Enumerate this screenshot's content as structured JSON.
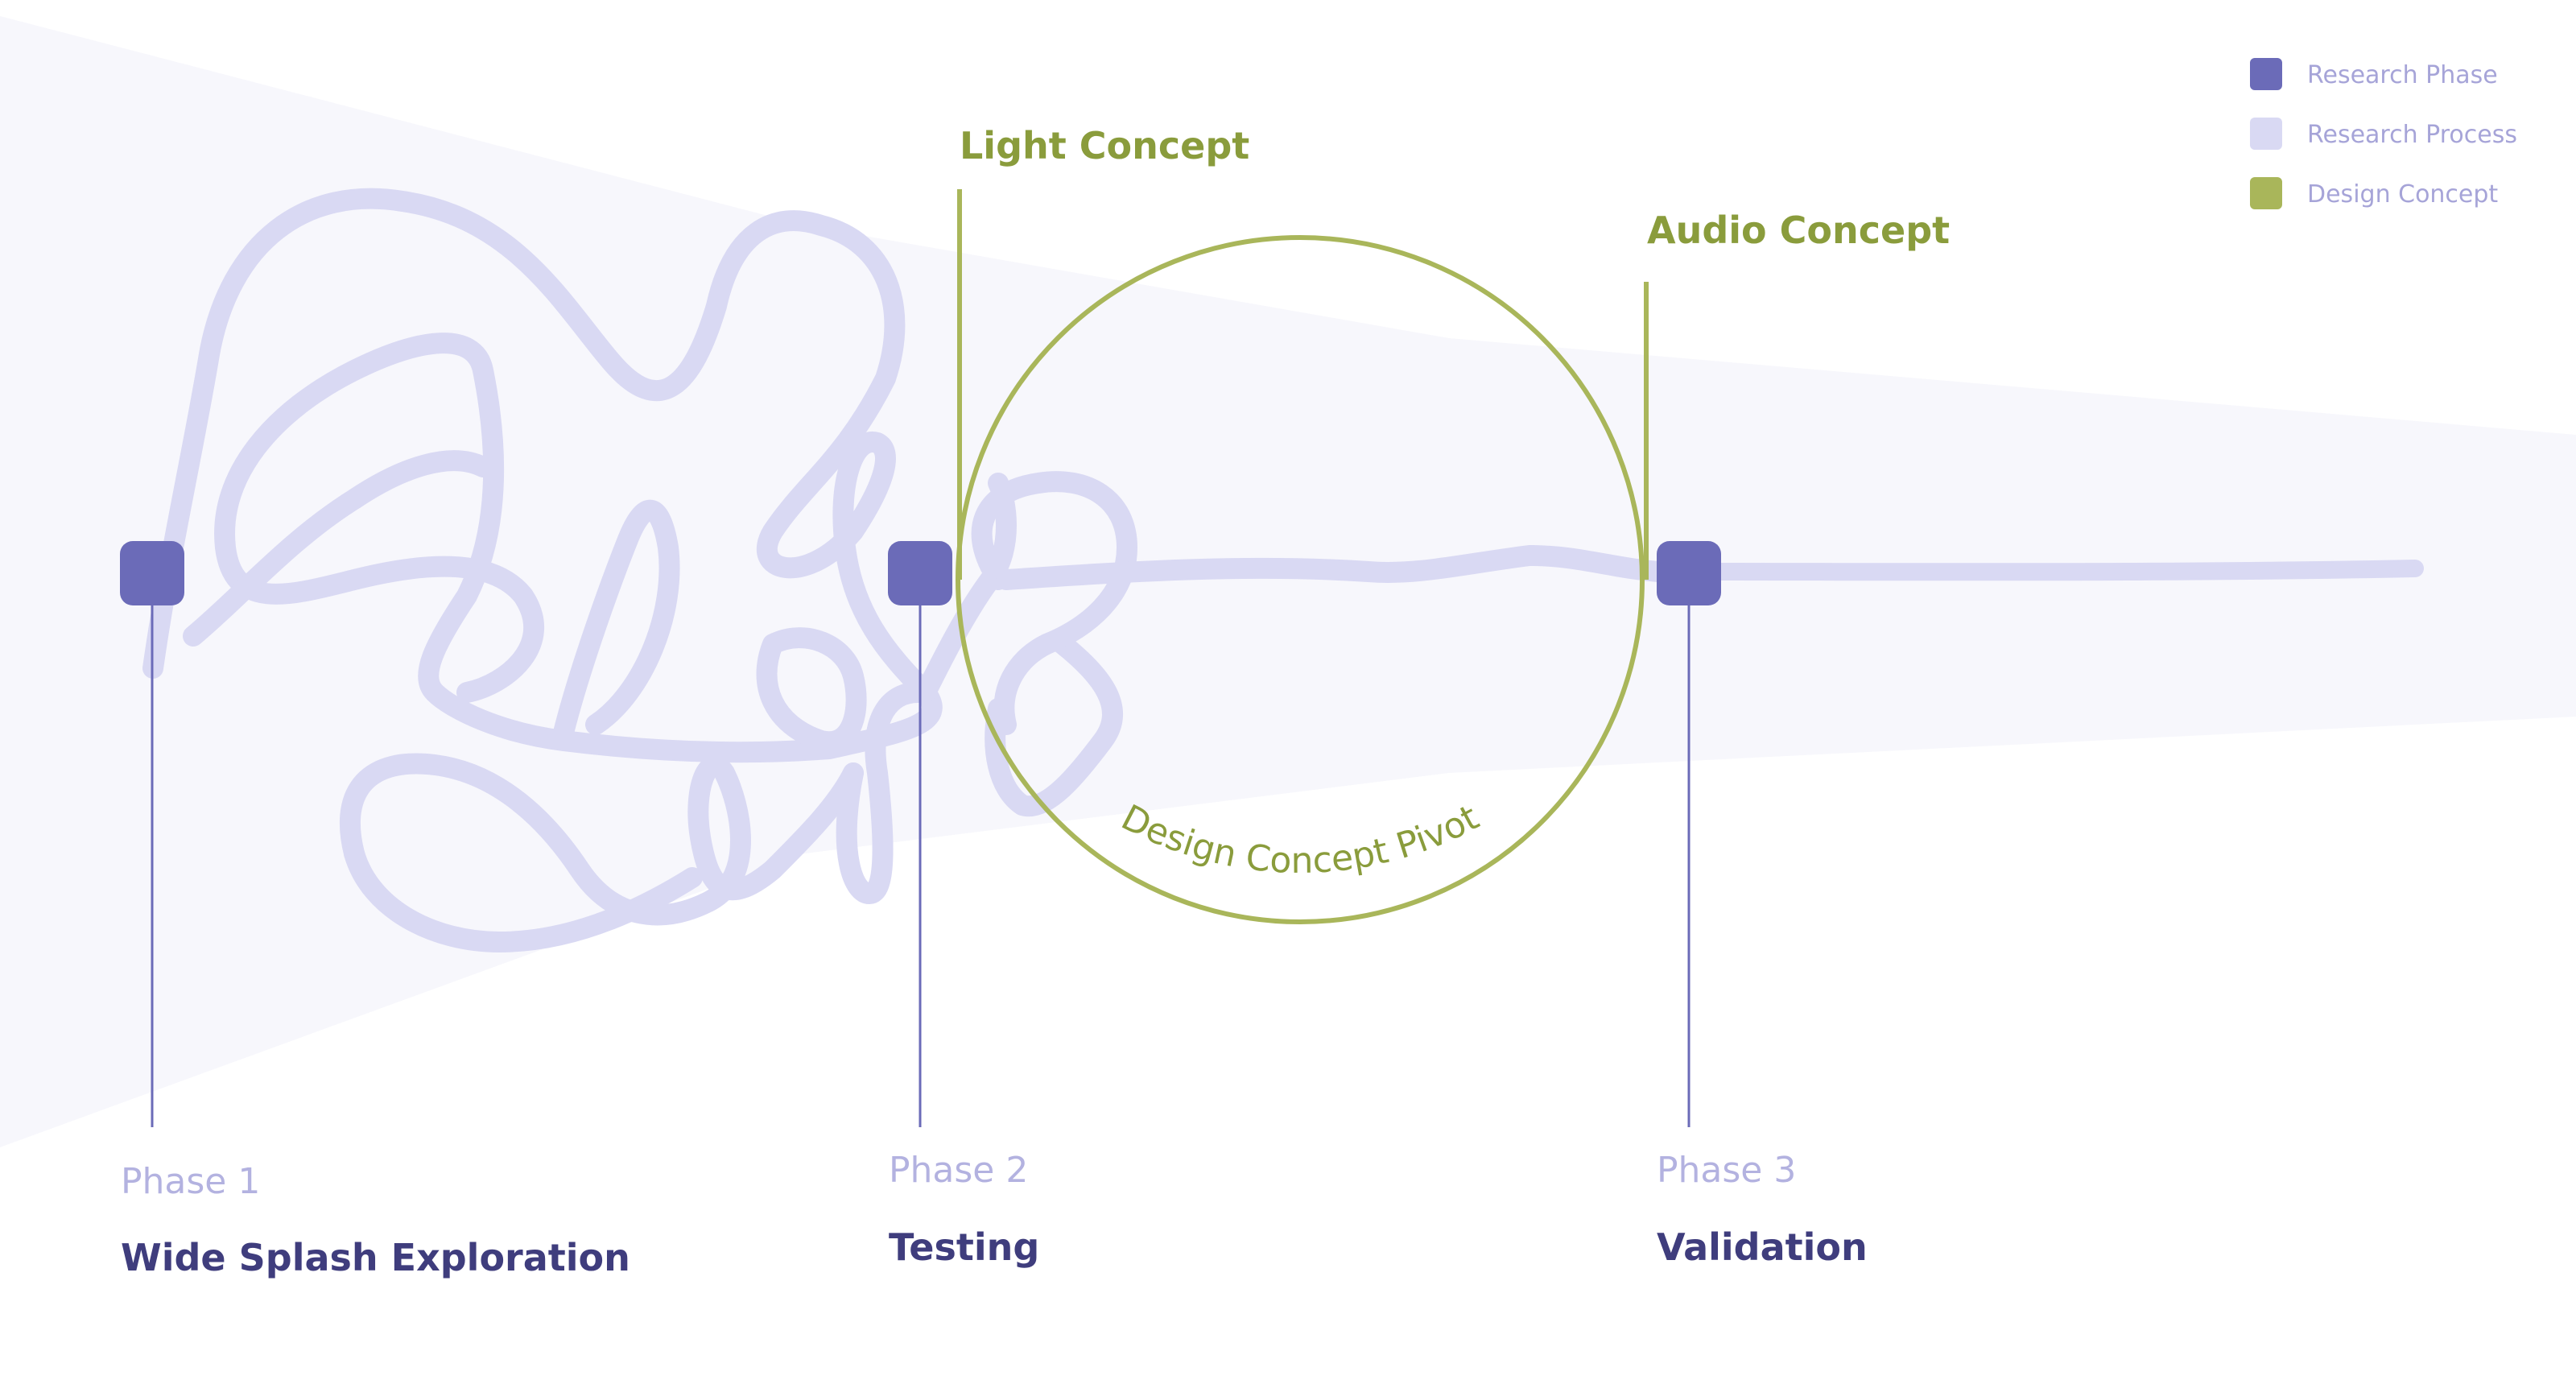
{
  "colors": {
    "research_phase": "#6b6bb8",
    "research_process": "#d9d9f3",
    "design_concept": "#a9b65a",
    "funnel": "#f7f7fc",
    "phase_label": "#b3b2e0",
    "phase_title": "#3f3d7d",
    "concept_text": "#8a9c3c"
  },
  "legend": {
    "items": [
      {
        "label": "Research Phase",
        "swatch": "research_phase"
      },
      {
        "label": "Research Process",
        "swatch": "research_process"
      },
      {
        "label": "Design Concept",
        "swatch": "design_concept"
      }
    ]
  },
  "phases": [
    {
      "label": "Phase 1",
      "title": "Wide Splash Exploration"
    },
    {
      "label": "Phase 2",
      "title": "Testing"
    },
    {
      "label": "Phase 3",
      "title": "Validation"
    }
  ],
  "concepts": {
    "light": "Light Concept",
    "audio": "Audio Concept",
    "pivot": "Design Concept Pivot"
  }
}
